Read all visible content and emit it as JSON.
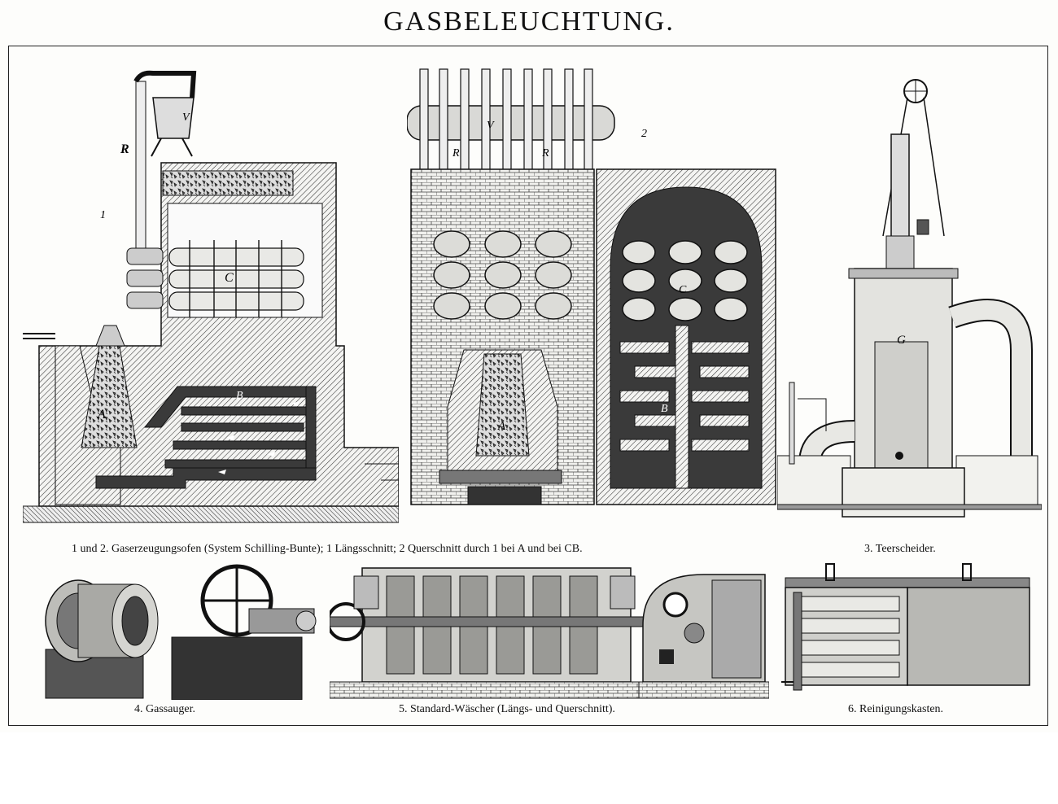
{
  "title": "GASBELEUCHTUNG.",
  "captions": {
    "fig12": "1 und 2. Gaserzeugungsofen (System Schilling-Bunte); 1 Längsschnitt; 2 Querschnitt durch 1 bei A und bei CB.",
    "fig3": "3. Teerscheider.",
    "fig4": "4. Gassauger.",
    "fig5": "5. Standard-Wäscher (Längs- und Querschnitt).",
    "fig6": "6. Reinigungskasten."
  },
  "labels": {
    "fig_num_1": "1",
    "fig_num_2": "2",
    "r1": "R",
    "v1": "V",
    "c1": "C",
    "b1": "B",
    "a1": "A",
    "v2": "V",
    "r2a": "R",
    "r2b": "R",
    "a2": "A",
    "c2": "C",
    "b2": "B",
    "g3": "G"
  }
}
